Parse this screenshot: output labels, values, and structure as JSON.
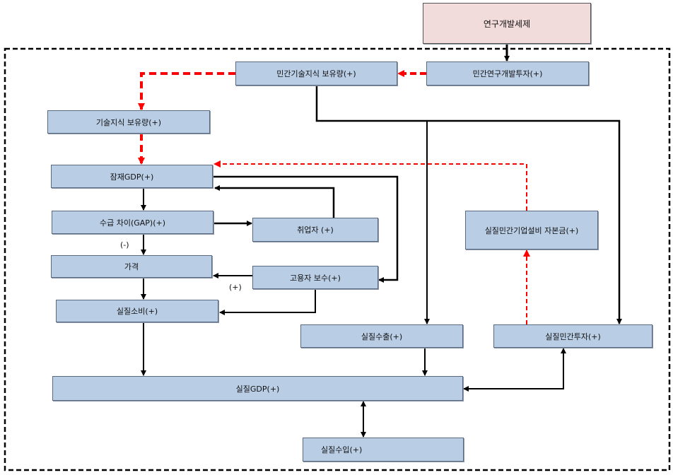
{
  "title_box": "연구개발세제",
  "nodes": {
    "private_rnd_investment": "민간연구개발투자(+)",
    "private_tech_stock": "민간기술지식 보유량(+)",
    "tech_stock": "기술지식 보유량(+)",
    "potential_gdp": "잠재GDP(+)",
    "output_gap": "수급 차이(GAP)(+)",
    "employment": "취업자 (+)",
    "private_capital_stock": "실질민간기업설비 자본금(+)",
    "price": "가격",
    "compensation": "고용자 보수(+)",
    "real_consumption": "실질소비(+)",
    "real_exports": "실질수출(+)",
    "real_private_investment": "실질민간투자(+)",
    "real_gdp": "실질GDP(+)",
    "real_imports": "실질수입(+)"
  },
  "edge_labels": {
    "gap_to_price": "(-)",
    "compensation_to_price": "(+)"
  },
  "colors": {
    "node_fill": "#b9cde5",
    "title_fill": "#f2dcdb",
    "dashed_red": "#ff0000"
  }
}
